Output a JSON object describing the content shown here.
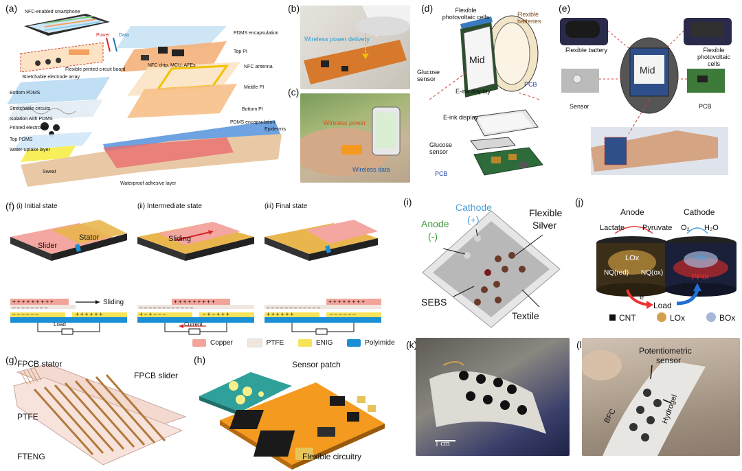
{
  "panels": {
    "a": {
      "label": "(a)",
      "labels": [
        "NFC-enabled smartphone",
        "Power",
        "Data",
        "PDMS encapsulation",
        "Top PI",
        "Stretchable electrode array",
        "Flexible printed circuit board",
        "NFC chip, MCU, AFEs",
        "NFC antenna",
        "Middle PI",
        "Bottom PDMS",
        "Bottom PI",
        "Stretchable circuits",
        "Isolation with PDMS",
        "Printed electrodes",
        "PDMS encapsulation",
        "Epidermis",
        "Top PDMS",
        "Water-uptake layer",
        "Sweat",
        "Waterproof adhesive layer"
      ]
    },
    "b": {
      "label": "(b)",
      "text": "Wireless power delivery"
    },
    "c": {
      "label": "(c)",
      "power": "Wireless power",
      "data": "Wireless data"
    },
    "d": {
      "label": "(d)",
      "pv": "Flexible photovoltaic cells",
      "batt": "Flexible batteries",
      "mid": "Mid",
      "glucose": "Glucose sensor",
      "pcb": "PCB",
      "eink": "E-ink display",
      "eink2": "E-ink display",
      "glucose2": "Glucose sensor",
      "pcb2": "PCB"
    },
    "e": {
      "label": "(e)",
      "battery": "Flexible battery",
      "pv": "Flexible photovoltaic cells",
      "mid": "Mid",
      "sensor": "Sensor",
      "pcb": "PCB"
    },
    "f": {
      "label": "(f)",
      "s1": "(i) Initial state",
      "s2": "(ii) Intermediate state",
      "s3": "(iii) Final state",
      "slider": "Slider",
      "stator": "Stator",
      "sliding": "Sliding",
      "sliding2": "Sliding",
      "load": "Load",
      "current": "Current",
      "legend": [
        {
          "name": "Copper",
          "color": "#f2a49a"
        },
        {
          "name": "PTFE",
          "color": "#efe6e0"
        },
        {
          "name": "ENIG",
          "color": "#f6e35a"
        },
        {
          "name": "Polyimide",
          "color": "#1a8fd6"
        }
      ]
    },
    "g": {
      "label": "(g)",
      "stator": "FPCB stator",
      "slider": "FPCB slider",
      "ptfe": "PTFE",
      "fteng": "FTENG"
    },
    "h": {
      "label": "(h)",
      "sensor": "Sensor patch",
      "circuit": "Flexible circuitry"
    },
    "i": {
      "label": "(i)",
      "cathode": "Cathode",
      "cathode_sign": "(+)",
      "anode": "Anode",
      "anode_sign": "(-)",
      "flex": "Flexible",
      "silver": "Silver",
      "sebs": "SEBS",
      "textile": "Textile"
    },
    "j": {
      "label": "(j)",
      "anode": "Anode",
      "cathode": "Cathode",
      "lactate": "Lactate",
      "pyruvate": "Pyruvate",
      "o2": "O₂",
      "h2o": "H₂O",
      "lox": "LOx",
      "box": "BOx",
      "nqred": "NQ(red)",
      "nqox": "NQ(ox)",
      "ppix": "PPIX",
      "electron1": "e⁻",
      "electron2": "e⁻",
      "load": "Load",
      "legend_cnt": "CNT",
      "legend_lox": "LOx",
      "legend_box": "BOx"
    },
    "k": {
      "label": "(k)",
      "scale": "1 cm"
    },
    "l": {
      "label": "(l)",
      "potentiometric": "Potentiometric",
      "sensor": "sensor",
      "bfc": "BFC",
      "hydrogel": "Hydrogel"
    }
  },
  "colors": {
    "copper": "#f2a49a",
    "ptfe": "#efe6e0",
    "enig": "#f6e35a",
    "polyimide": "#1a8fd6",
    "orange_board": "#f39a1f",
    "anode_blue": "#4a9fd8",
    "anode_green": "#3a9a3a"
  }
}
